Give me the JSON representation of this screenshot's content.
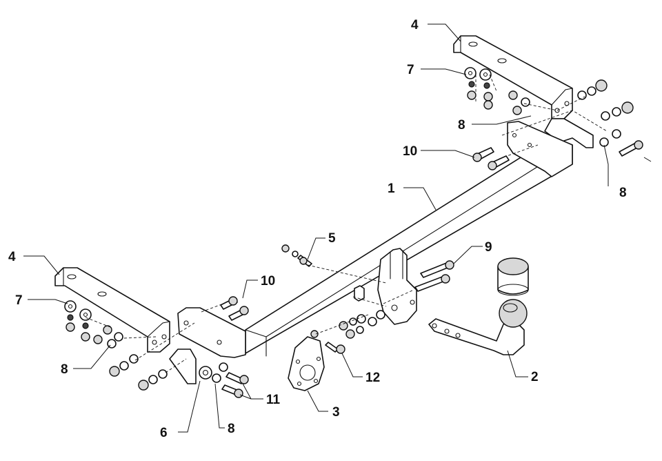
{
  "callouts": {
    "c1": "1",
    "c2": "2",
    "c3": "3",
    "c4_top": "4",
    "c4_left": "4",
    "c5": "5",
    "c6": "6",
    "c7_top": "7",
    "c7_left": "7",
    "c8_top": "8",
    "c8_right": "8",
    "c8_left": "8",
    "c8_bottom": "8",
    "c9": "9",
    "c10_top": "10",
    "c10_mid": "10",
    "c11": "11",
    "c12": "12"
  }
}
